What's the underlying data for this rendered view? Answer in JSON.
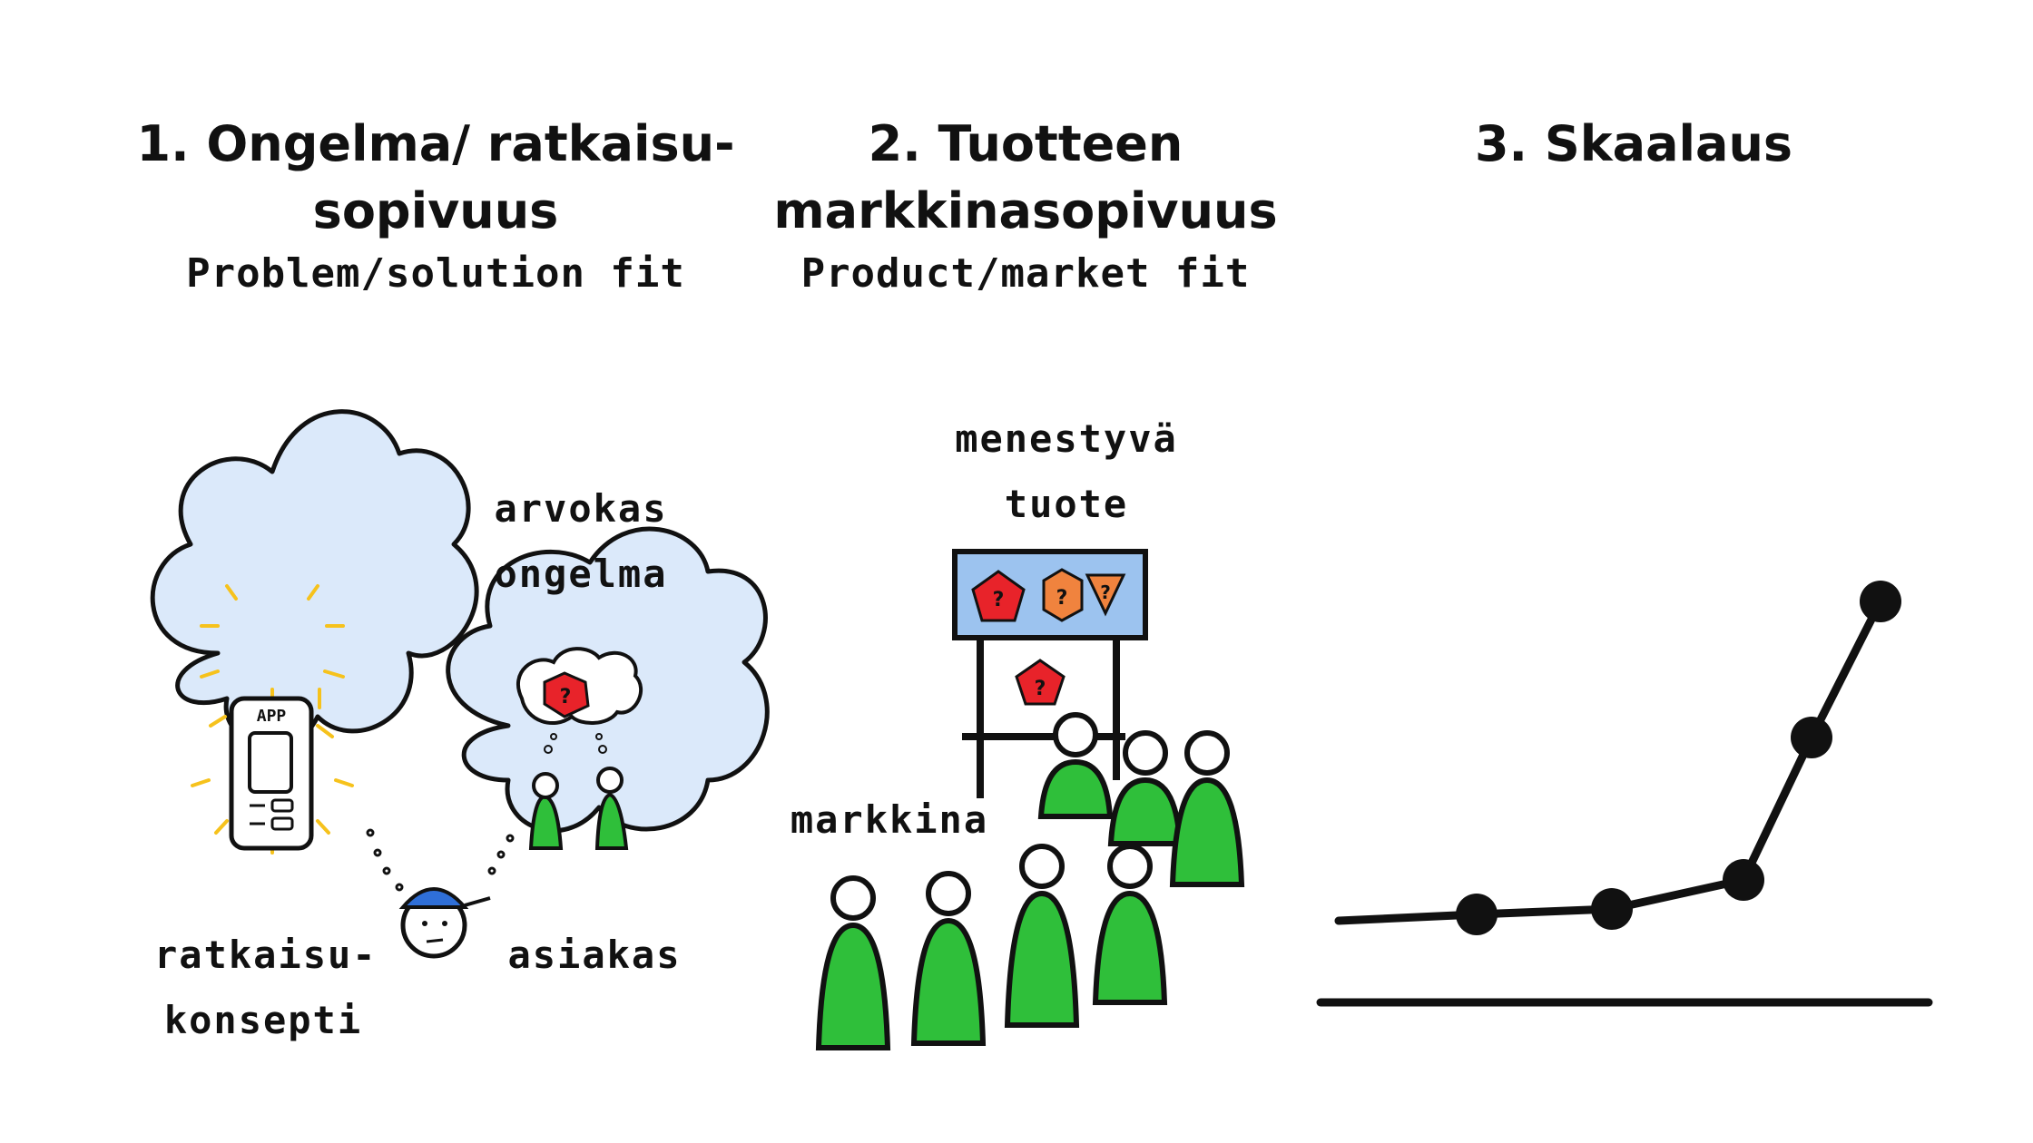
{
  "stages": [
    {
      "title_line1": "1. Ongelma/ ratkaisu-",
      "title_line2": "sopivuus",
      "subtitle": "Problem/solution fit",
      "labels": {
        "problem_line1": "arvokas",
        "problem_line2": "ongelma",
        "solution_line1": "ratkaisu-",
        "solution_line2": "konsepti",
        "customer": "asiakas",
        "app": "APP"
      }
    },
    {
      "title_line1": "2. Tuotteen",
      "title_line2": "markkinasopivuus",
      "subtitle": "Product/market fit",
      "labels": {
        "product_line1": "menestyvä",
        "product_line2": "tuote",
        "market": "markkina"
      }
    },
    {
      "title_line1": "3. Skaalaus",
      "title_line2": "",
      "subtitle": ""
    }
  ],
  "colors": {
    "cloud": "#9cc3ef",
    "green": "#2fbf3a",
    "red": "#e8232a",
    "orange": "#f0833e",
    "blue": "#2f6fd8",
    "yellow": "#f6c21c",
    "ink": "#111111"
  },
  "growth_curve": {
    "points": [
      1,
      2,
      3,
      4,
      5
    ]
  }
}
